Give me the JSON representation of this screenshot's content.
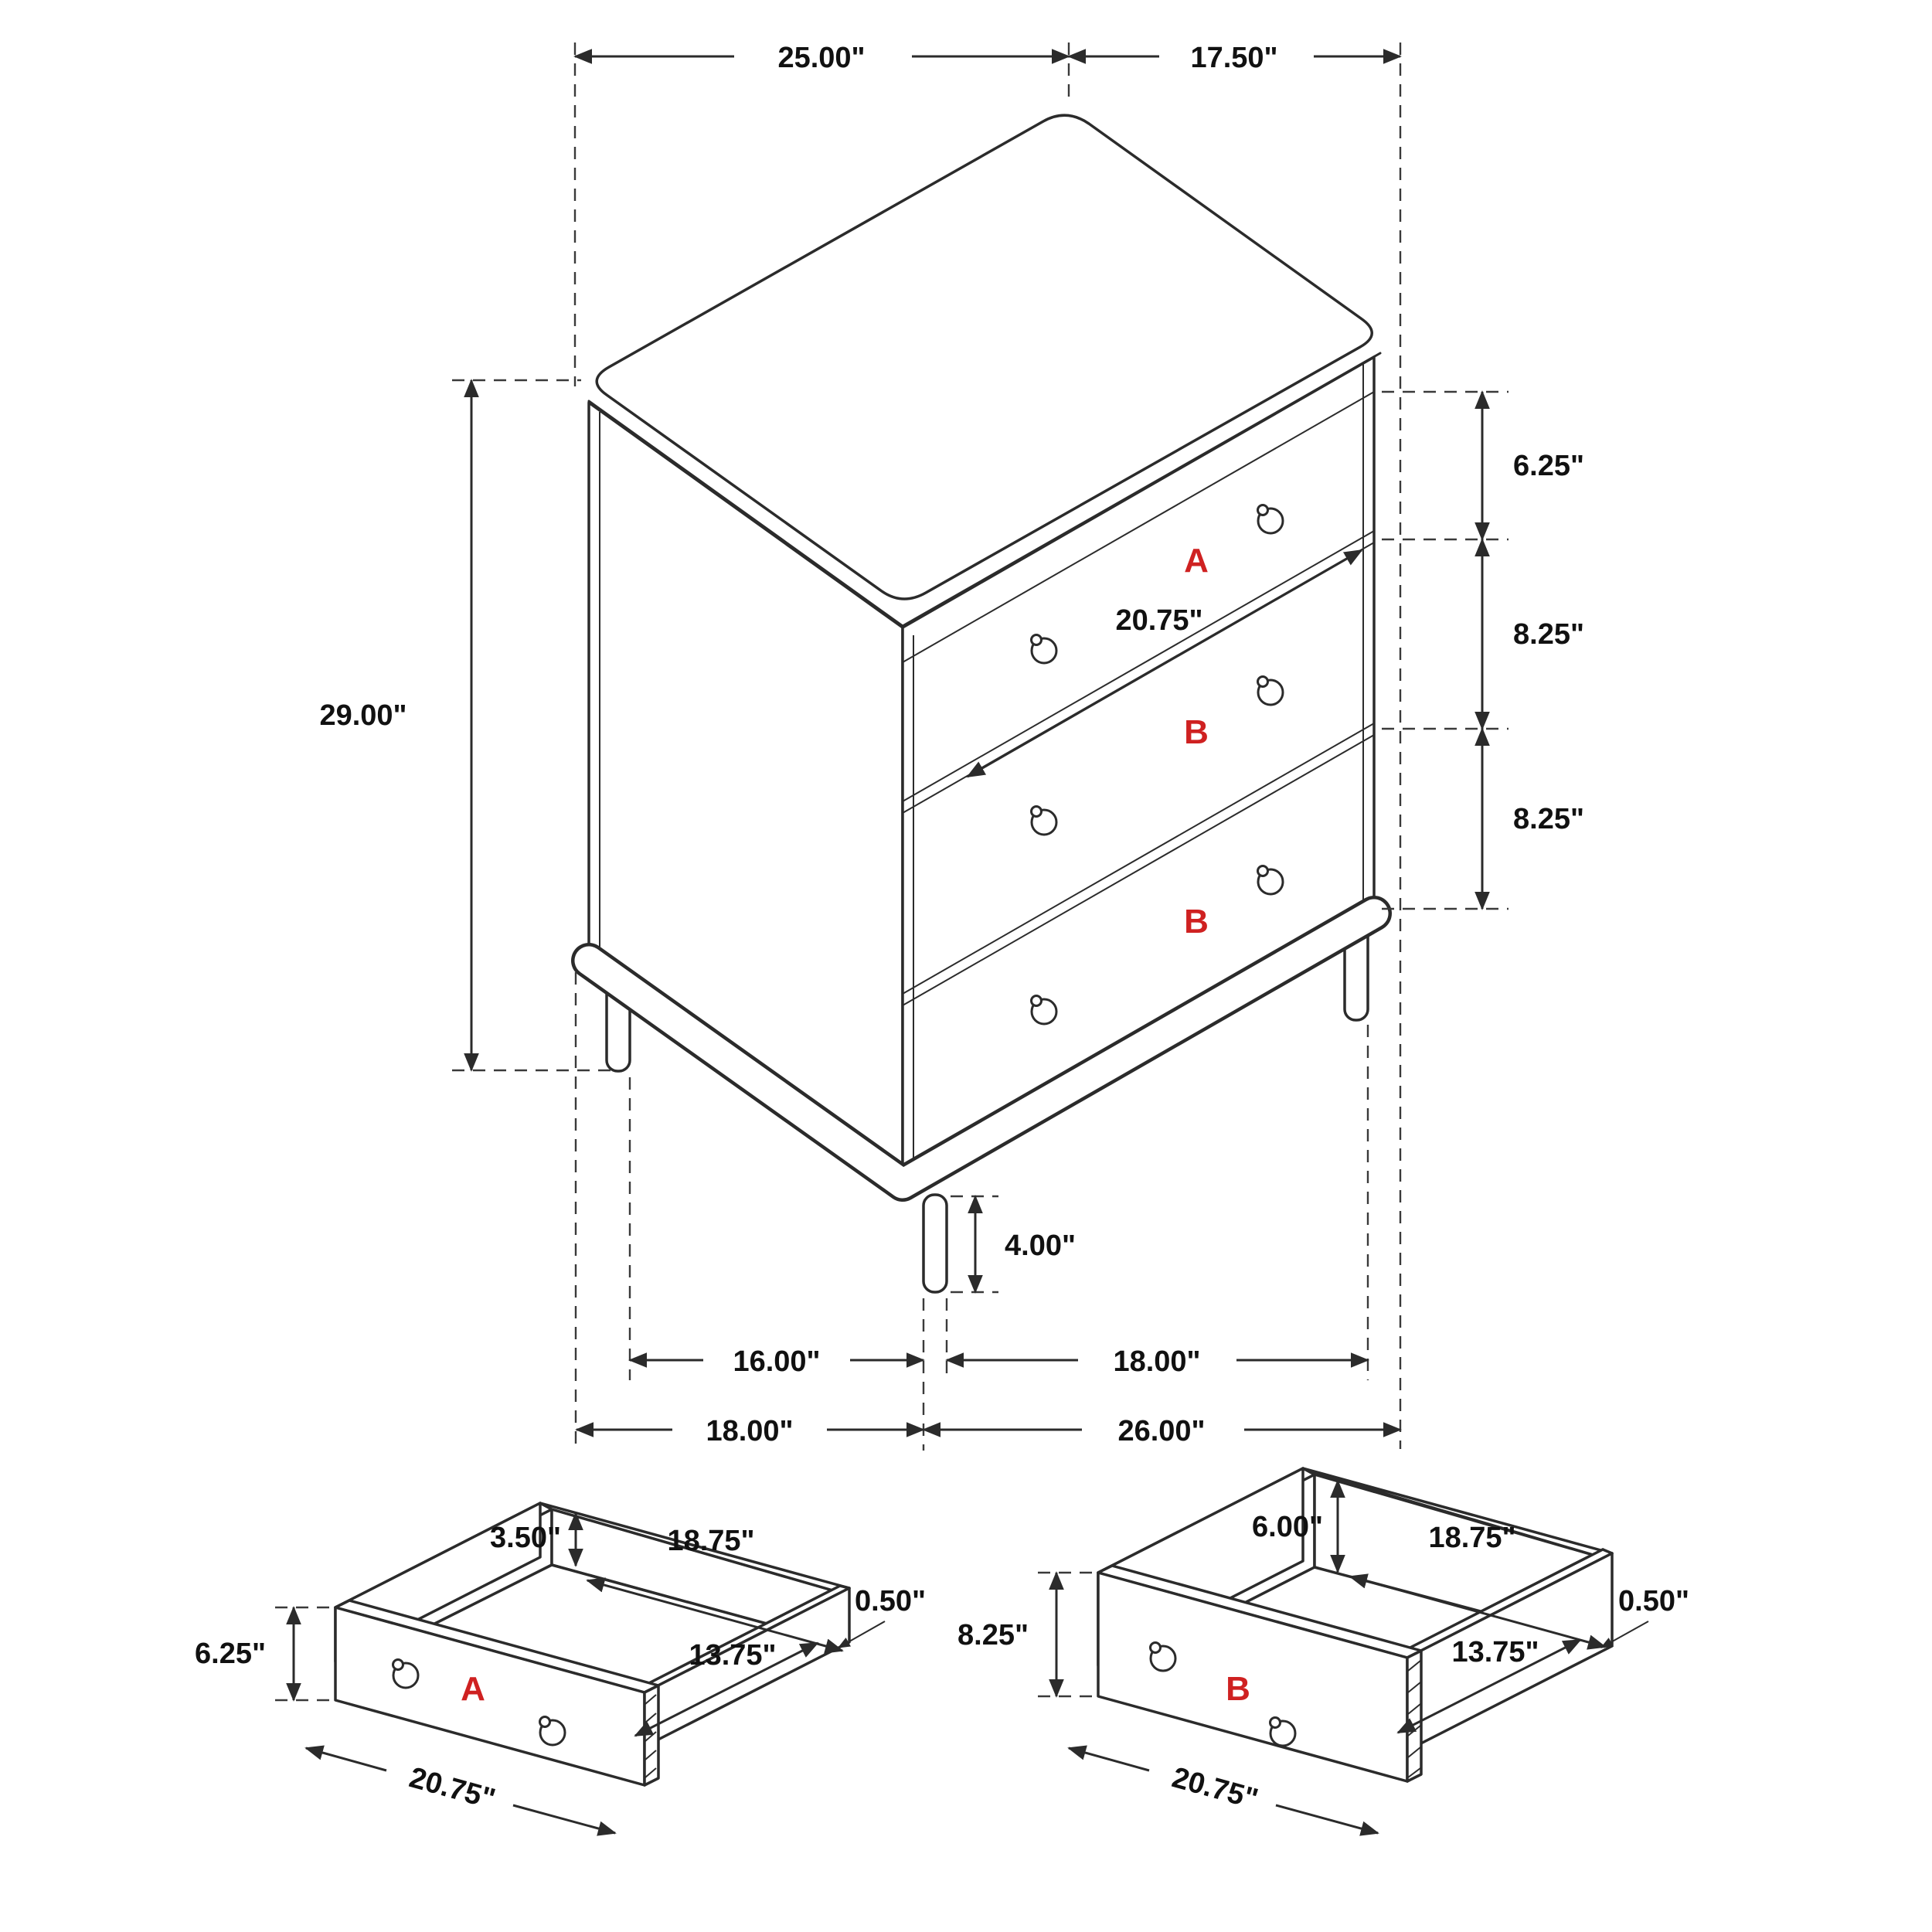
{
  "figure": {
    "background": "#ffffff",
    "line_color": "#2b2b2b",
    "accent_red": "#cf2121"
  },
  "main_view": {
    "drawer_letters": {
      "top": "A",
      "middle": "B",
      "bottom": "B"
    },
    "dims": {
      "top_width": "25.00\"",
      "top_depth": "17.50\"",
      "overall_height": "29.00\"",
      "top_drawer_height": "6.25\"",
      "middle_drawer_height": "8.25\"",
      "bottom_drawer_height": "8.25\"",
      "drawer_front_width": "20.75\"",
      "leg_height": "4.00\"",
      "leg_span_front": "16.00\"",
      "leg_span_side": "18.00\"",
      "base_depth": "18.00\"",
      "base_width": "26.00\""
    }
  },
  "drawer_a": {
    "letter": "A",
    "dims": {
      "inner_height": "3.50\"",
      "inner_width": "18.75\"",
      "wall_thickness": "0.50\"",
      "inner_depth": "13.75\"",
      "front_height": "6.25\"",
      "front_width": "20.75\""
    }
  },
  "drawer_b": {
    "letter": "B",
    "dims": {
      "inner_height": "6.00\"",
      "inner_width": "18.75\"",
      "wall_thickness": "0.50\"",
      "inner_depth": "13.75\"",
      "front_height": "8.25\"",
      "front_width": "20.75\""
    }
  }
}
